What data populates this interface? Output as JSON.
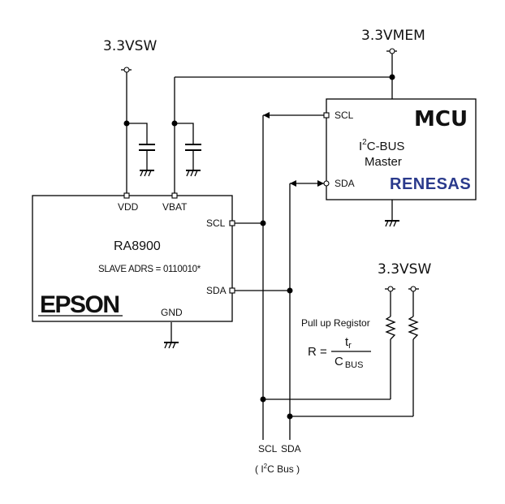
{
  "power_rails": {
    "vdd_supply": "3.3VSW",
    "mcu_supply": "3.3VMEM",
    "pullup_supply": "3.3VSW"
  },
  "rtc_chip": {
    "name": "RA8900",
    "slave_address": "SLAVE ADRS = 0110010*",
    "brand": "EPSON",
    "pins": {
      "vdd": "VDD",
      "vbat": "VBAT",
      "scl": "SCL",
      "sda": "SDA",
      "gnd": "GND"
    }
  },
  "mcu_chip": {
    "name": "MCU",
    "role_line1_prefix": "I",
    "role_line1_sup": "2",
    "role_line1_suffix": "C-BUS",
    "role_line2": "Master",
    "brand": "RENESAS",
    "pins": {
      "scl": "SCL",
      "sda": "SDA"
    }
  },
  "pullup": {
    "label": "Pull up Registor",
    "formula_lhs": "R =",
    "numerator": "t",
    "numerator_sub": "r",
    "denominator": "C",
    "denominator_sub": "BUS"
  },
  "bus": {
    "scl_label": "SCL",
    "sda_label": "SDA",
    "caption_open": "( I",
    "caption_sup": "2",
    "caption_close": "C Bus )"
  },
  "colors": {
    "line": "#000000",
    "renesas_brand": "#2a3a8c"
  }
}
